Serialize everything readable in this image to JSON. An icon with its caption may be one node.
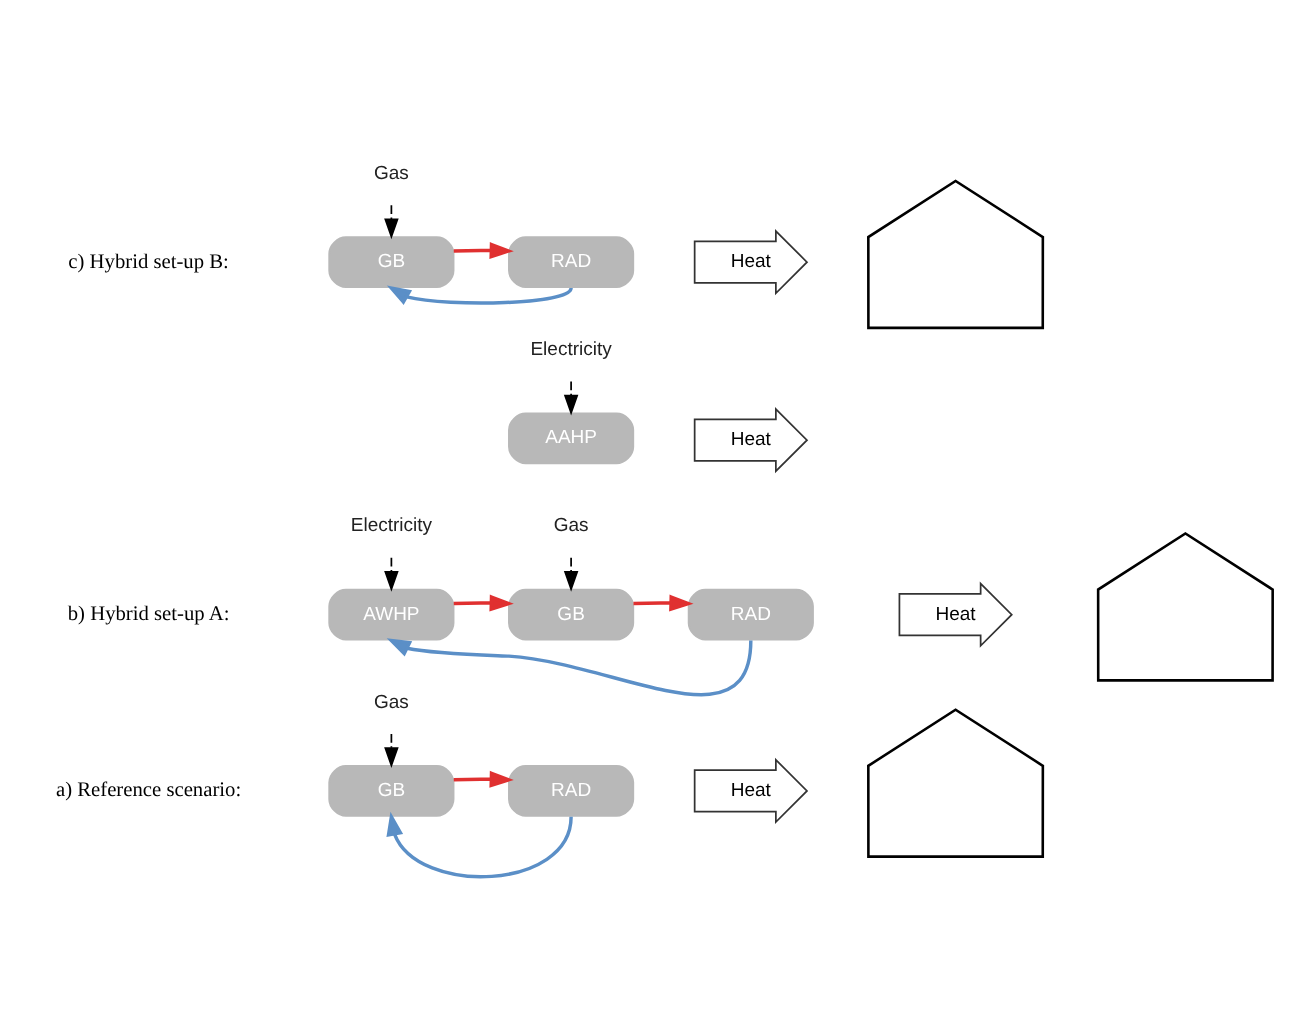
{
  "diagram": {
    "nodes": [
      {
        "text": [
          "Gas"
        ]
      },
      {
        "text": [
          "GB"
        ]
      },
      {
        "text": [
          "RAD"
        ]
      },
      {
        "text": [
          "Heat"
        ]
      },
      {
        "text": [],
        "shape": "house"
      },
      {
        "text": [
          "Electricity"
        ]
      },
      {
        "text": [
          "Gas"
        ]
      },
      {
        "text": [
          "AWHP"
        ]
      },
      {
        "text": [
          "GB"
        ]
      },
      {
        "text": [
          "RAD"
        ]
      },
      {
        "text": [
          "Heat"
        ]
      },
      {
        "text": [],
        "shape": "house"
      },
      {
        "text": [
          "Electricity"
        ]
      },
      {
        "text": [
          "AAHP"
        ]
      },
      {
        "text": [
          "Heat"
        ]
      },
      {
        "text": [
          "Gas"
        ]
      },
      {
        "text": [
          "GB"
        ]
      },
      {
        "text": [
          "RAD"
        ]
      },
      {
        "text": [
          "Heat"
        ]
      },
      {
        "text": [],
        "shape": "house"
      }
    ],
    "edges": [
      {
        "from": 0,
        "to": 1,
        "arrow": "to",
        "style": "dashed"
      },
      {
        "from": 1,
        "to": 2,
        "arrow": "to",
        "color": "#e03030"
      },
      {
        "from": 2,
        "to": 1,
        "arrow": "to",
        "color": "#5b8fc7"
      },
      {
        "from": 5,
        "to": 7,
        "arrow": "to",
        "style": "dashed"
      },
      {
        "from": 6,
        "to": 8,
        "arrow": "to",
        "style": "dashed"
      },
      {
        "from": 7,
        "to": 8,
        "arrow": "to",
        "color": "#e03030"
      },
      {
        "from": 8,
        "to": 9,
        "arrow": "to",
        "color": "#e03030"
      },
      {
        "from": 9,
        "to": 7,
        "arrow": "to",
        "color": "#5b8fc7"
      },
      {
        "from": 12,
        "to": 13,
        "arrow": "to",
        "style": "dashed"
      },
      {
        "from": 15,
        "to": 16,
        "arrow": "to",
        "style": "dashed"
      },
      {
        "from": 16,
        "to": 17,
        "arrow": "to",
        "color": "#e03030"
      },
      {
        "from": 17,
        "to": 16,
        "arrow": "to",
        "color": "#5b8fc7"
      }
    ],
    "labels": [
      "a) Reference scenario:",
      "b) Hybrid set-up A:",
      "c) Hybrid set-up B:"
    ]
  }
}
